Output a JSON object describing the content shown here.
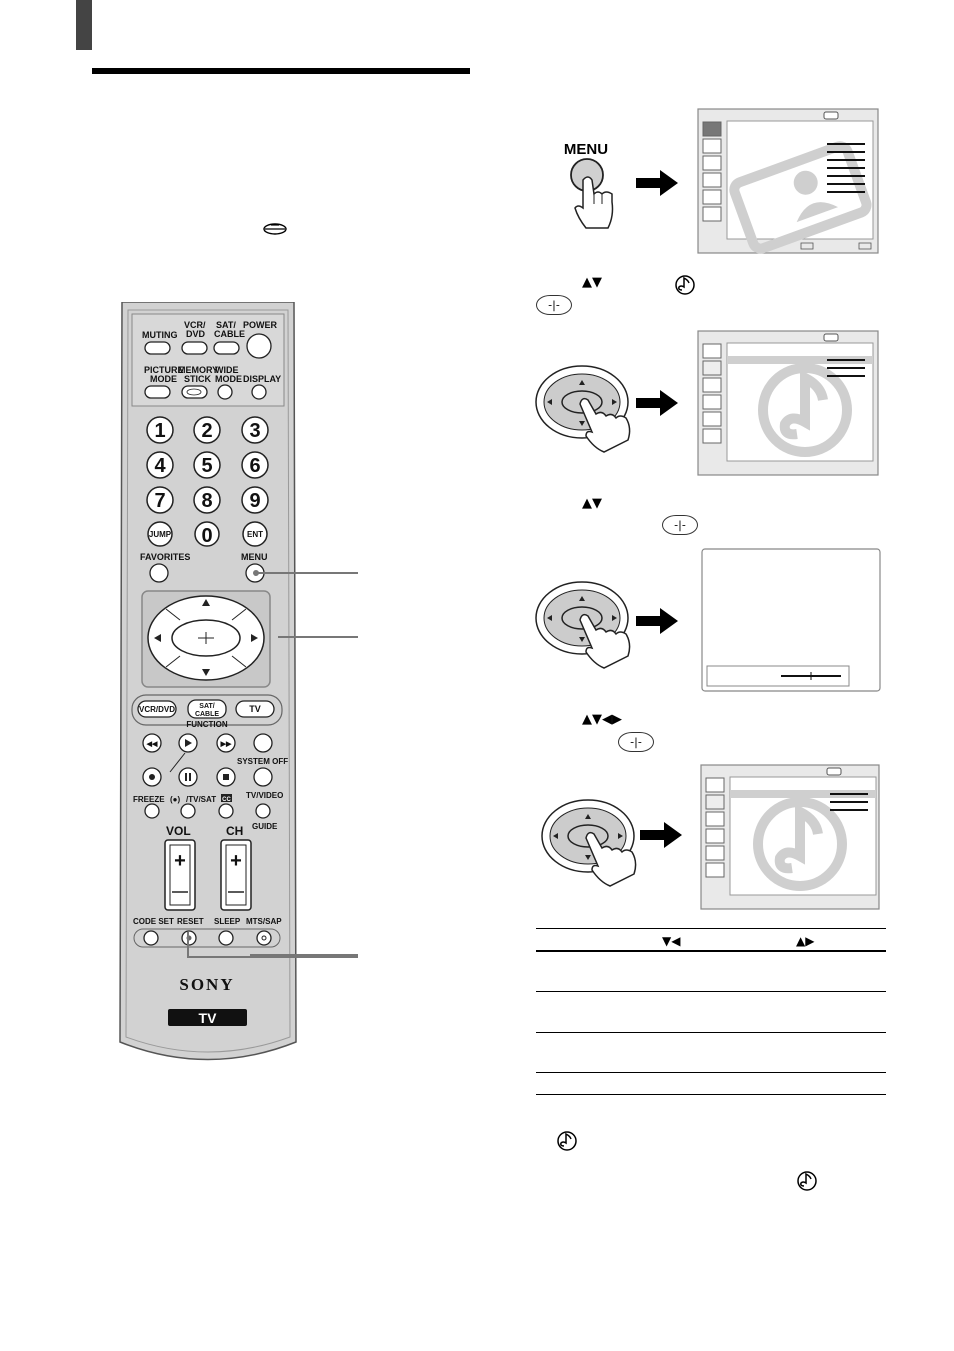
{
  "remote": {
    "labels": {
      "muting": "MUTING",
      "vcr_dvd_top": "VCR/\nDVD",
      "sat_cable_top": "SAT/\nCABLE",
      "power": "POWER",
      "picture_mode": "PICTURE\nMODE",
      "memory_stick": "MEMORY\nSTICK",
      "wide_mode": "WIDE\nMODE",
      "display": "DISPLAY",
      "digits": [
        "1",
        "2",
        "3",
        "4",
        "5",
        "6",
        "7",
        "8",
        "9"
      ],
      "jump": "JUMP",
      "zero": "0",
      "ent": "ENT",
      "favorites": "FAVORITES",
      "menu": "MENU",
      "vcr_dvd": "VCR/DVD",
      "sat_cable": "SAT/\nCABLE",
      "tv_func": "TV",
      "function": "FUNCTION",
      "system_off": "SYSTEM OFF",
      "freeze": "FREEZE",
      "tv_sat": "/TV/SAT",
      "cc": "CC",
      "tv_video": "TV/VIDEO",
      "guide": "GUIDE",
      "vol": "VOL",
      "ch": "CH",
      "code_set": "CODE SET",
      "reset": "RESET",
      "sleep": "SLEEP",
      "mts_sap": "MTS/SAP",
      "brand": "SONY",
      "tv_badge": "TV"
    }
  },
  "steps": {
    "step1": {
      "menu_button_label": "MENU"
    }
  },
  "icons": {
    "arrow_up": "▲",
    "arrow_down": "▼",
    "arrow_left": "◀",
    "arrow_right": "▶",
    "select_glyph": "-|-",
    "audio_menu_icon": "audio-note-icon",
    "memory_stick_icon": "memory-stick-icon"
  },
  "colors": {
    "remote_body": "#d2d2d2",
    "remote_edge": "#7a7a7a",
    "screen_watermark": "#cfcfcf",
    "callout_line": "#777777"
  }
}
